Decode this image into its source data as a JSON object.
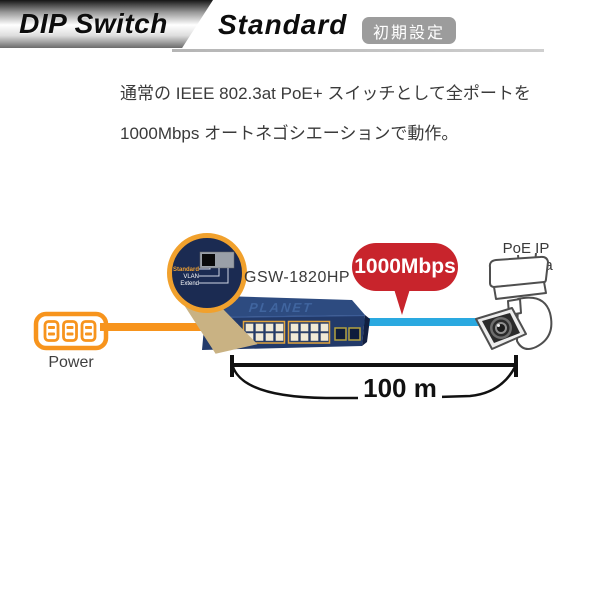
{
  "header": {
    "title_left": "DIP Switch",
    "title_right": "Standard",
    "badge_label": "初期設定"
  },
  "description": {
    "line1": "通常の IEEE 802.3at PoE+ スイッチとして全ポートを",
    "line2": "1000Mbps オートネゴシエーションで動作。"
  },
  "diagram": {
    "power": {
      "label": "Power"
    },
    "switch": {
      "model": "GSW-1820HP",
      "brand": "PLANET"
    },
    "dip_magnifier": {
      "labels": {
        "standard": "Standard",
        "vlan": "VLAN",
        "extend": "Extend"
      },
      "selected": "Standard"
    },
    "speed_badge": {
      "label": "1000Mbps"
    },
    "camera": {
      "label": "PoE IP Camera"
    },
    "distance": {
      "label": "100 m"
    }
  },
  "colors": {
    "accent_orange": "#F7941D",
    "magnifier_ring": "#F1A12D",
    "switch_navy_front": "#223A6A",
    "switch_navy_top": "#2D4B80",
    "speed_badge_red": "#C8242C",
    "cable_blue": "#2AA9E0",
    "header_badge_gray": "#9C9C9C"
  }
}
